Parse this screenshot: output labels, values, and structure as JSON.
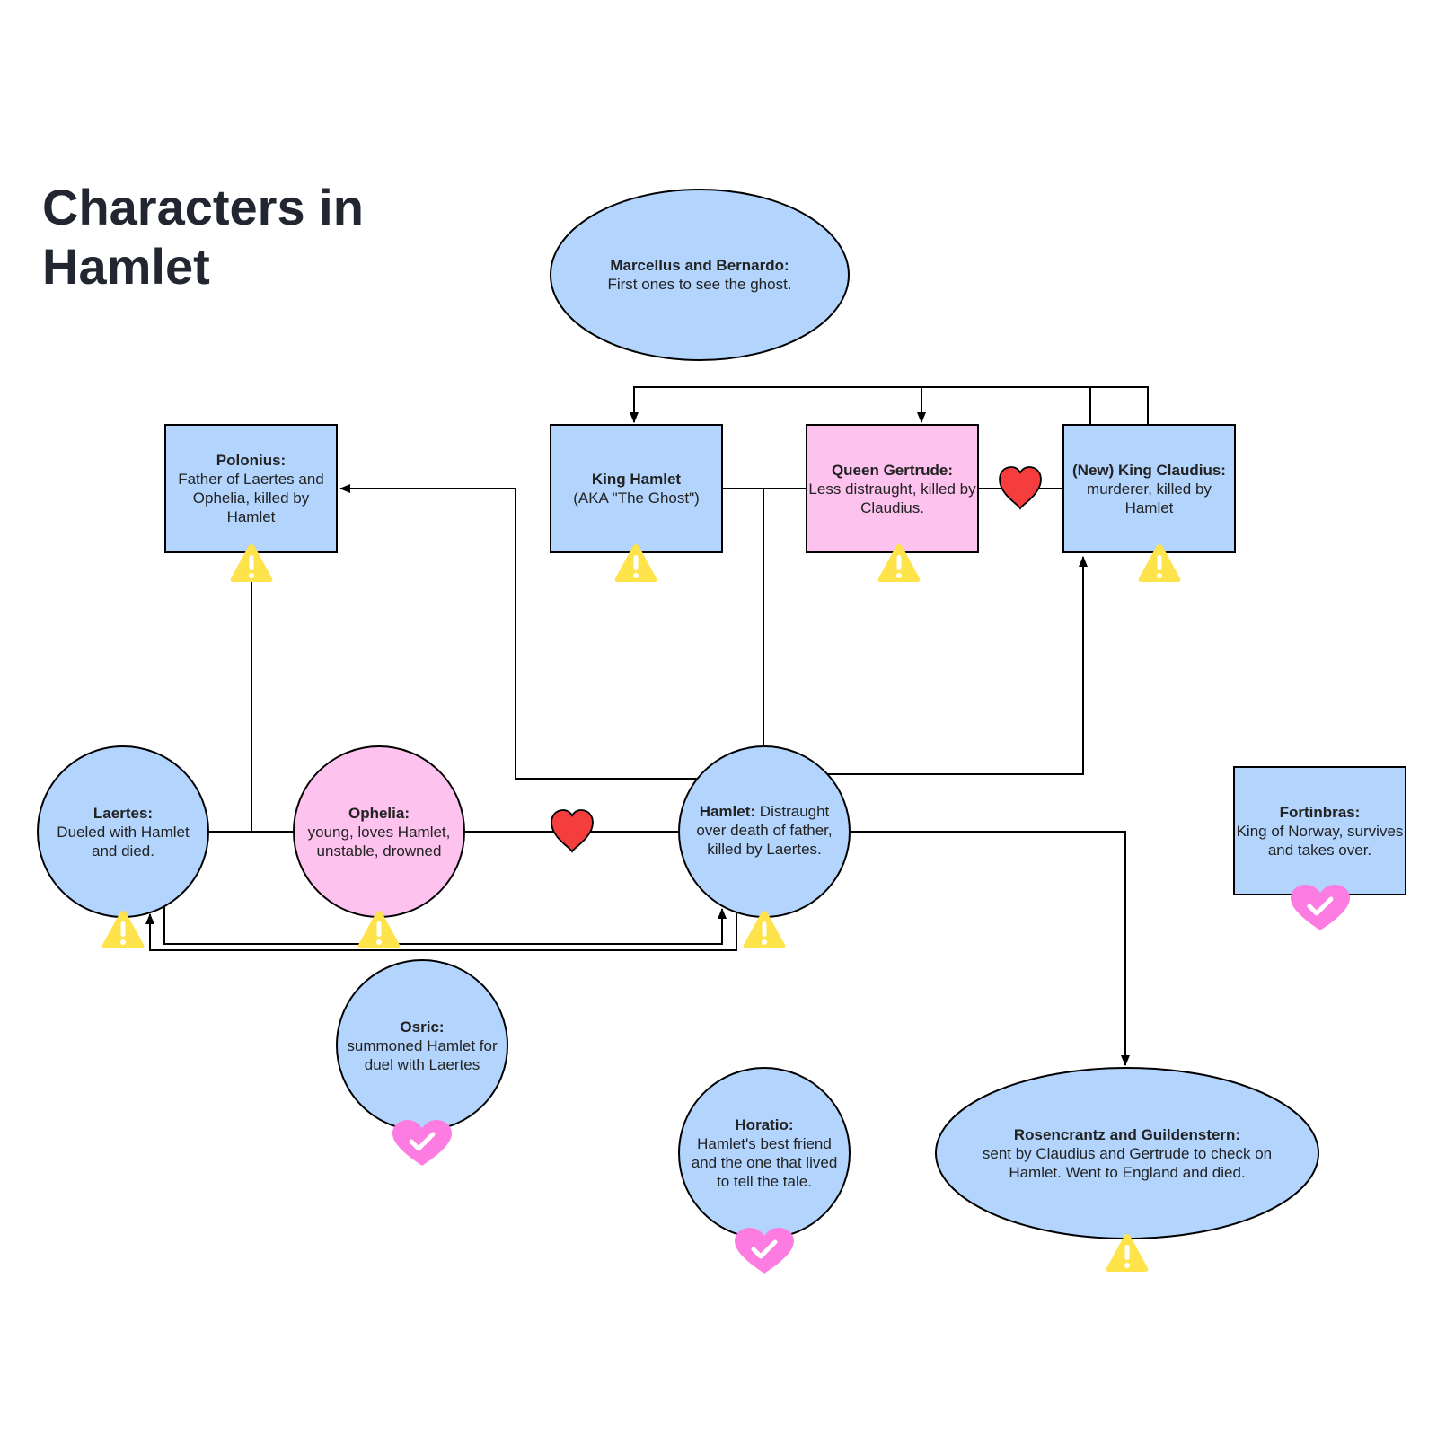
{
  "title": {
    "line1": "Characters in",
    "line2": "Hamlet"
  },
  "colors": {
    "blue_node": "#b3d4fc",
    "pink_node": "#fdc2ee",
    "stroke": "#000000",
    "warning": "#fee34a",
    "love_heart": "#f53d3d",
    "check_heart": "#fc7ce2"
  },
  "nodes": {
    "marcellus": {
      "name": "Marcellus and Bernardo:",
      "desc": "First ones to see the ghost.",
      "status": "none"
    },
    "polonius": {
      "name": "Polonius:",
      "desc": "Father of Laertes and Ophelia, killed by Hamlet",
      "status": "warning-icon"
    },
    "king_hamlet": {
      "name": "King Hamlet",
      "desc": "(AKA \"The Ghost\")",
      "status": "warning-icon"
    },
    "gertrude": {
      "name": "Queen Gertrude:",
      "desc": "Less distraught, killed by Claudius.",
      "status": "warning-icon"
    },
    "claudius": {
      "name": "(New) King Claudius:",
      "desc": "murderer, killed by Hamlet",
      "status": "warning-icon"
    },
    "laertes": {
      "name": "Laertes:",
      "desc": "Dueled with Hamlet and died.",
      "status": "warning-icon"
    },
    "ophelia": {
      "name": "Ophelia:",
      "desc": "young, loves Hamlet, unstable, drowned",
      "status": "warning-icon"
    },
    "hamlet": {
      "name": "Hamlet:",
      "desc": "Distraught over death of father, killed by Laertes.",
      "status": "warning-icon"
    },
    "fortinbras": {
      "name": "Fortinbras:",
      "desc": "King of Norway, survives and takes over.",
      "status": "heart-check-icon"
    },
    "osric": {
      "name": "Osric:",
      "desc": "summoned Hamlet for duel with Laertes",
      "status": "heart-check-icon"
    },
    "horatio": {
      "name": "Horatio:",
      "desc": "Hamlet's best friend and the one that lived to tell the tale.",
      "status": "heart-check-icon"
    },
    "rosencrantz": {
      "name": "Rosencrantz and Guildenstern:",
      "desc": "sent by Claudius and Gertrude to check on Hamlet.  Went to England and died.",
      "status": "warning-icon"
    }
  },
  "love_links": [
    "gertrude-claudius",
    "ophelia-hamlet"
  ]
}
